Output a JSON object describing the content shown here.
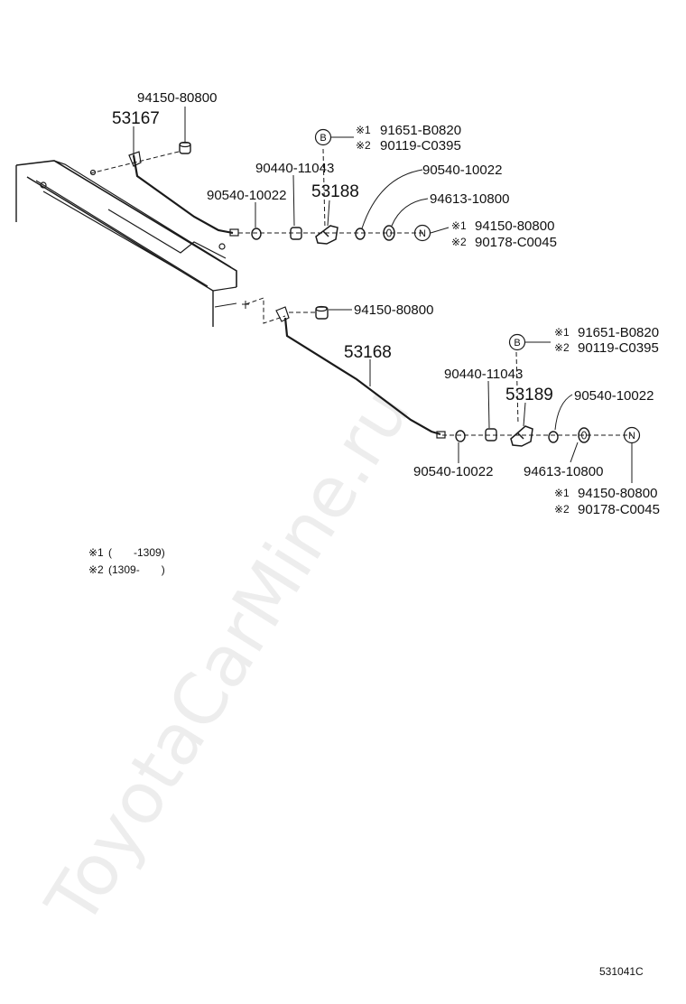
{
  "watermark": "ToyotaCarMine.ru",
  "drawing_code": "531041C",
  "marks": {
    "m1": "※1",
    "m2": "※2"
  },
  "upper_assembly": {
    "hose_part": "53167",
    "bracket_part": "53188",
    "hose_grommet": "94150-80800",
    "ref_b_letter": "B",
    "ref_b_m1": "91651-B0820",
    "ref_b_m2": "90119-C0395",
    "spacer": "90440-11043",
    "washer_left": "90540-10022",
    "washer_right": "90540-10022",
    "grommet": "94613-10800",
    "ref_n_letter": "N",
    "ref_n_m1": "94150-80800",
    "ref_n_m2": "90178-C0045"
  },
  "lower_assembly": {
    "hose_part": "53168",
    "bracket_part": "53189",
    "hose_grommet": "94150-80800",
    "ref_b_letter": "B",
    "ref_b_m1": "91651-B0820",
    "ref_b_m2": "90119-C0395",
    "spacer": "90440-11043",
    "washer_right": "90540-10022",
    "washer_left": "90540-10022",
    "grommet": "94613-10800",
    "ref_n_letter": "N",
    "ref_n_m1": "94150-80800",
    "ref_n_m2": "90178-C0045"
  },
  "legend": {
    "m1_range": "(　　-1309)",
    "m2_range": "(1309-　　)"
  }
}
